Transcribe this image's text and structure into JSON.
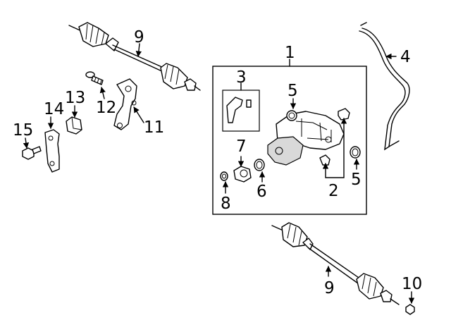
{
  "callouts": {
    "c1": "1",
    "c2": "2",
    "c3": "3",
    "c4": "4",
    "c5a": "5",
    "c5b": "5",
    "c6": "6",
    "c7": "7",
    "c8": "8",
    "c9a": "9",
    "c9b": "9",
    "c10": "10",
    "c11": "11",
    "c12": "12",
    "c13": "13",
    "c14": "14",
    "c15": "15"
  }
}
